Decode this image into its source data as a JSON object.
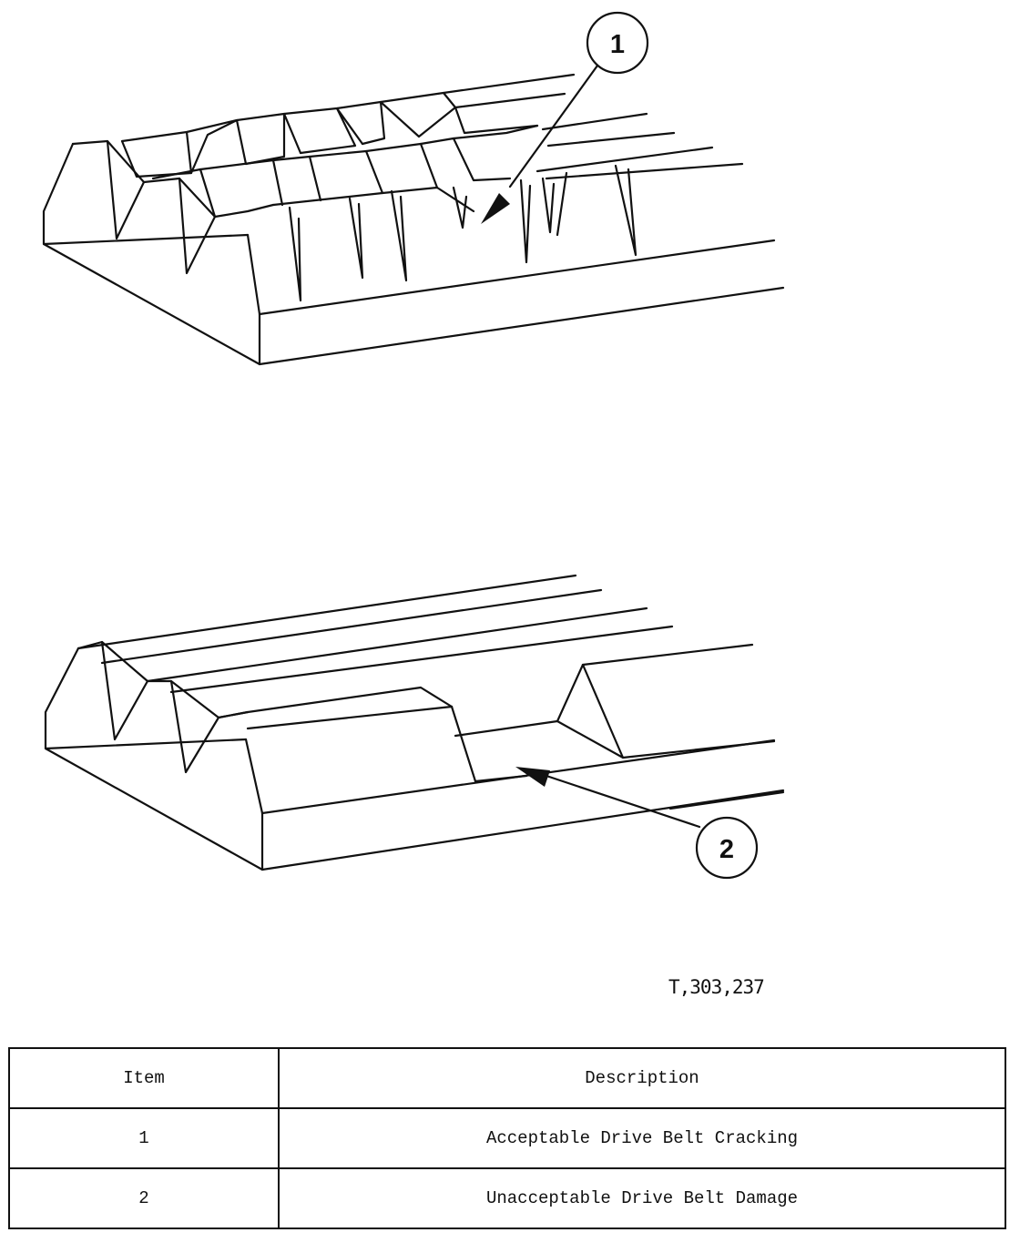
{
  "callouts": [
    {
      "number": "1"
    },
    {
      "number": "2"
    }
  ],
  "figure_id": "T,303,237",
  "legend": {
    "headers": {
      "item": "Item",
      "description": "Description"
    },
    "rows": [
      {
        "item": "1",
        "description": "Acceptable Drive Belt Cracking"
      },
      {
        "item": "2",
        "description": "Unacceptable Drive Belt Damage"
      }
    ]
  }
}
